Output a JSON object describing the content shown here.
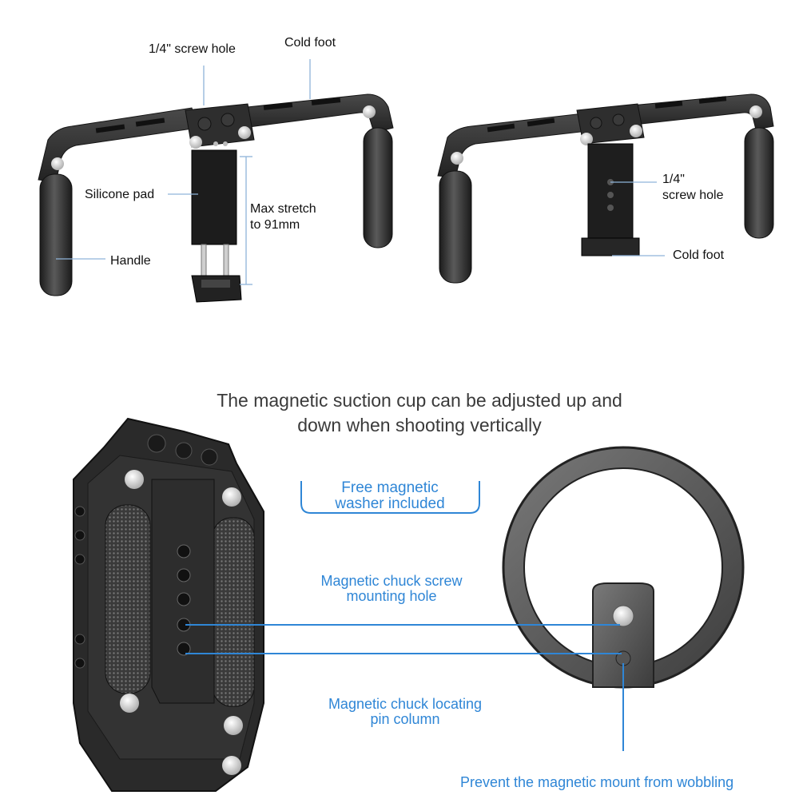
{
  "top_left": {
    "screw_hole": "1/4\" screw hole",
    "cold_foot": "Cold foot",
    "silicone_pad": "Silicone pad",
    "max_stretch_line1": "Max stretch",
    "max_stretch_line2": "to 91mm",
    "handle": "Handle"
  },
  "top_right": {
    "screw_hole_line1": "1/4\"",
    "screw_hole_line2": "screw hole",
    "cold_foot": "Cold foot"
  },
  "bottom": {
    "heading_line1": "The magnetic suction cup can be adjusted up and",
    "heading_line2": "down when shooting vertically",
    "washer_line1": "Free magnetic",
    "washer_line2": "washer included",
    "screw_mount_line1": "Magnetic chuck screw",
    "screw_mount_line2": "mounting hole",
    "locating_pin_line1": "Magnetic chuck locating",
    "locating_pin_line2": "pin column",
    "wobble_note": "Prevent the magnetic mount from wobbling"
  },
  "colors": {
    "accent_blue": "#2f86d6",
    "metal_dark": "#2b2b2b",
    "metal_edge": "#4a4a4a",
    "pin_gray": "#d9d9d9"
  }
}
